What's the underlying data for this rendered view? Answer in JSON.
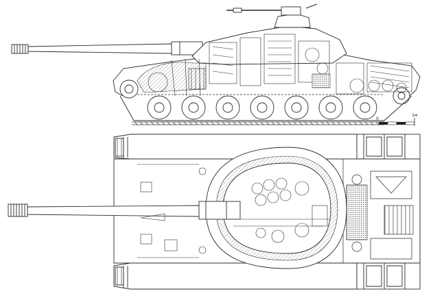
{
  "diagram": {
    "line_color": "#2a2a2a",
    "paper_color": "#ffffff",
    "hatch_color": "#888888",
    "views": [
      {
        "name": "side-elevation",
        "label": ""
      },
      {
        "name": "top-plan",
        "label": ""
      }
    ],
    "scale_bar": {
      "start_label": "0",
      "end_label": "1м"
    }
  }
}
